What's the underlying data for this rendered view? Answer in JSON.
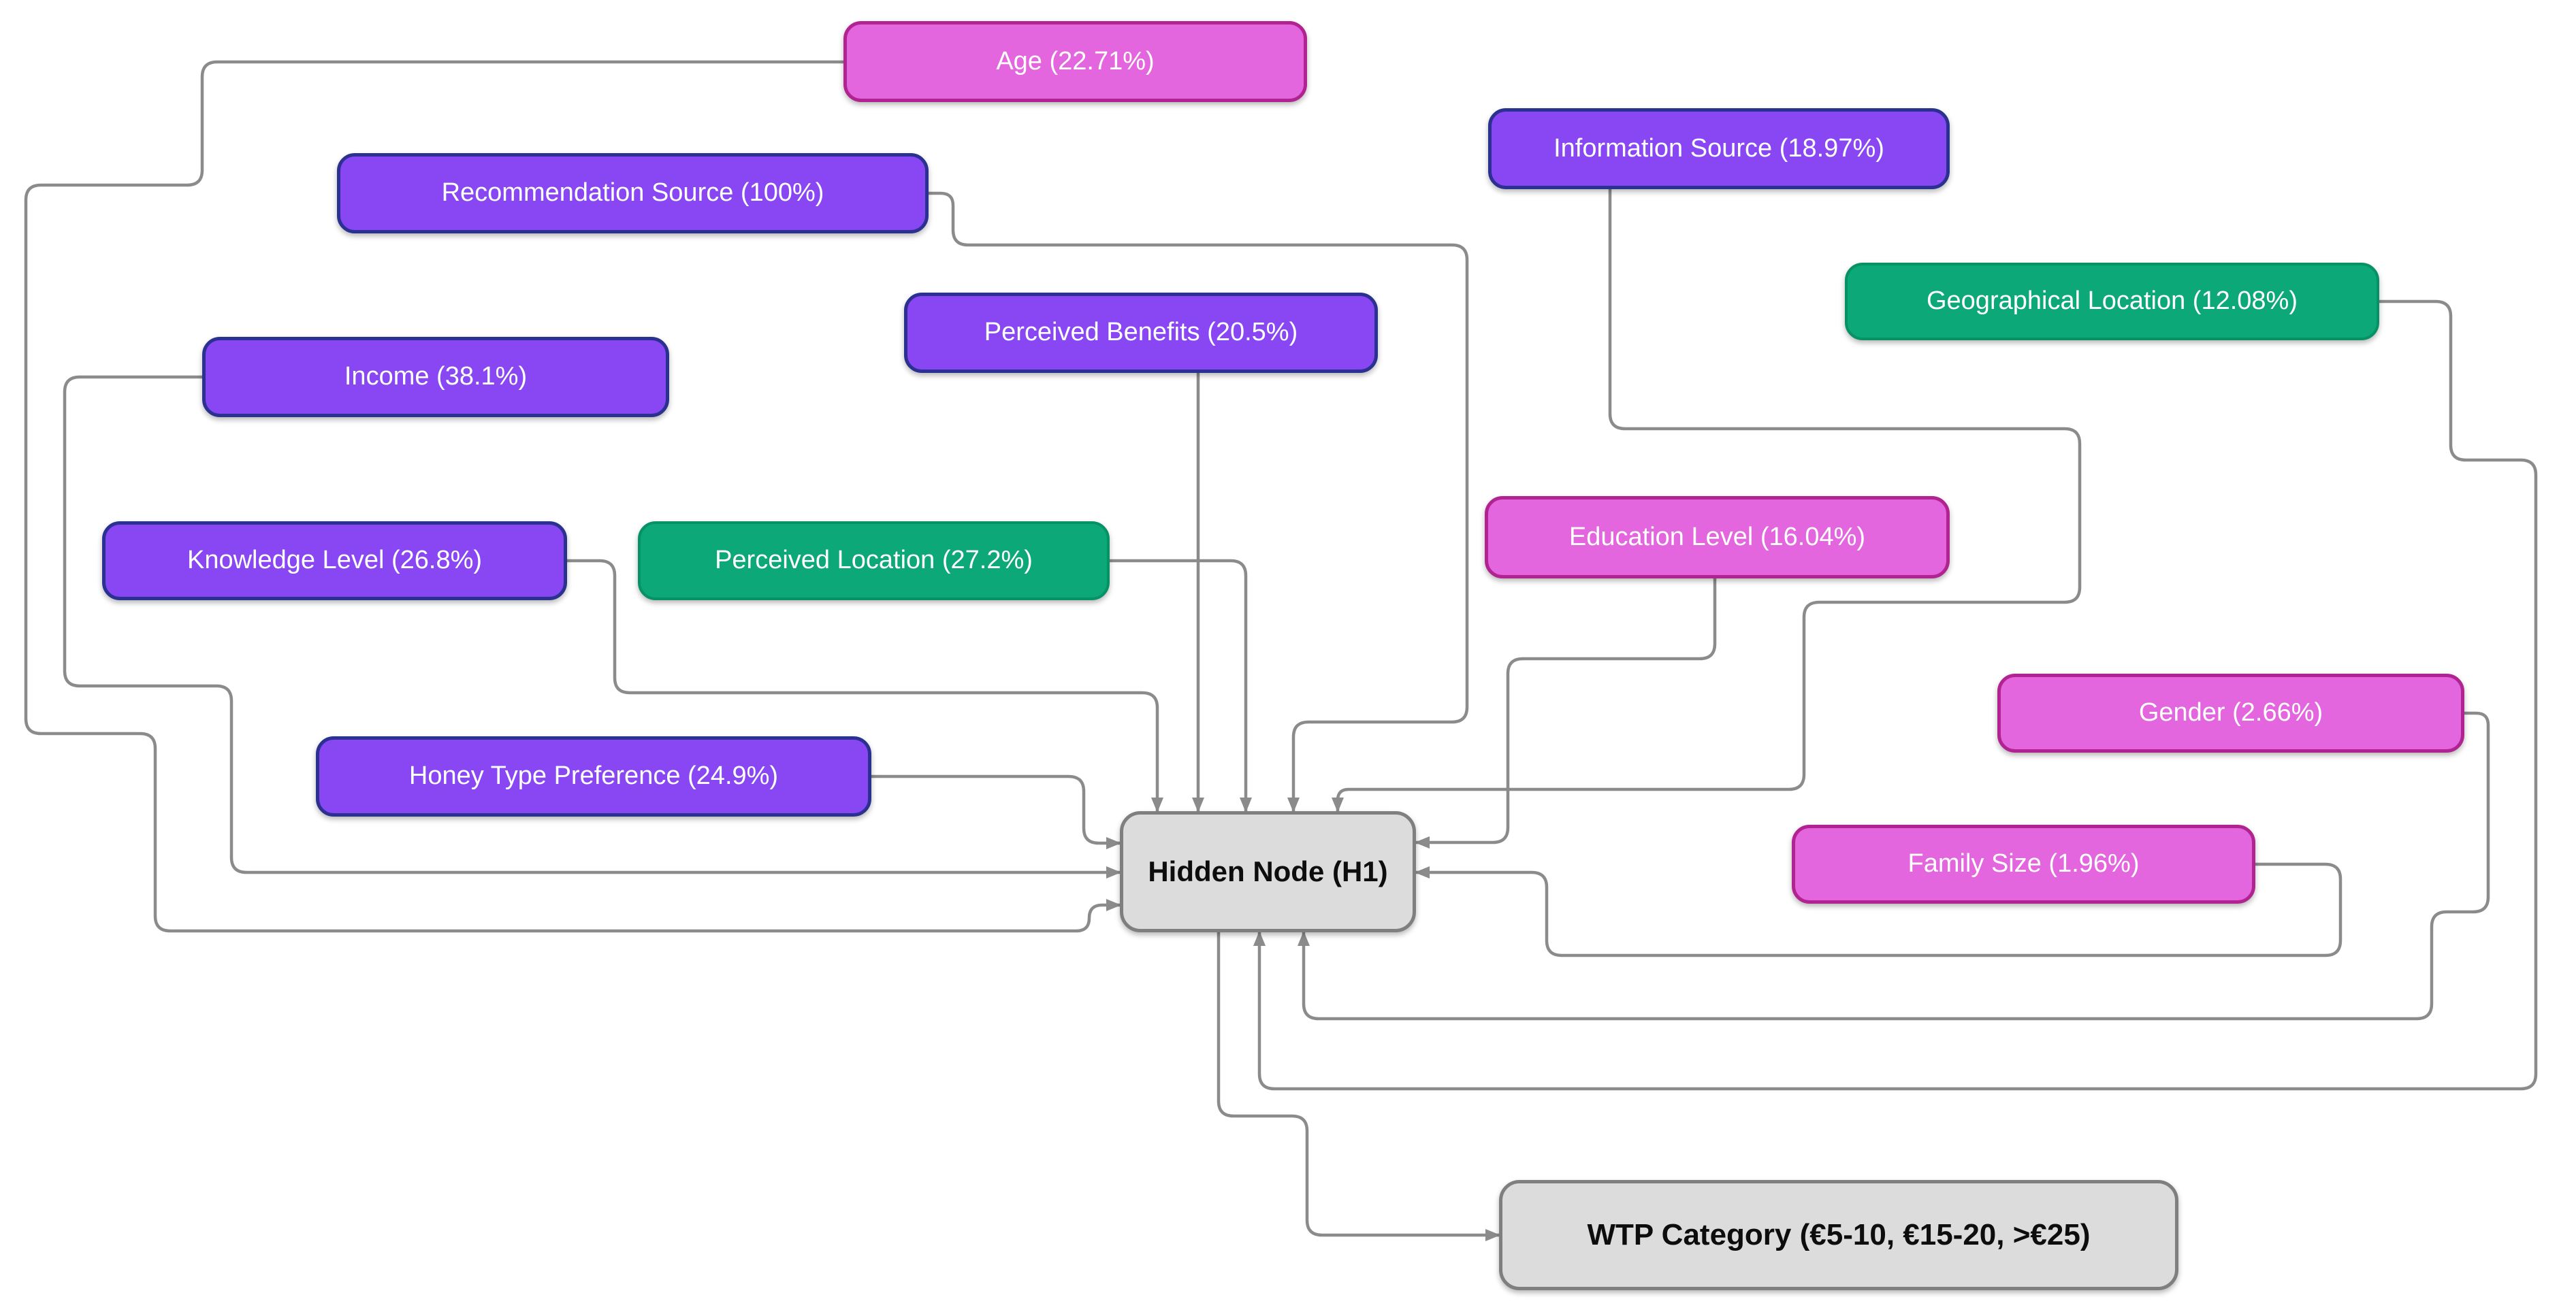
{
  "diagram_title": "Neural network interpretation diagram: input feature importances feeding Hidden Node (H1) predicting WTP Category",
  "nodes": {
    "age": {
      "label": "Age (22.71%)",
      "color": "pink"
    },
    "recommendation_source": {
      "label": "Recommendation Source (100%)",
      "color": "purple"
    },
    "information_source": {
      "label": "Information Source (18.97%)",
      "color": "purple"
    },
    "geographical_location": {
      "label": "Geographical Location (12.08%)",
      "color": "green"
    },
    "perceived_benefits": {
      "label": "Perceived Benefits (20.5%)",
      "color": "purple"
    },
    "income": {
      "label": "Income (38.1%)",
      "color": "purple"
    },
    "education_level": {
      "label": "Education Level (16.04%)",
      "color": "pink"
    },
    "knowledge_level": {
      "label": "Knowledge Level (26.8%)",
      "color": "purple"
    },
    "perceived_location": {
      "label": "Perceived Location (27.2%)",
      "color": "green"
    },
    "gender": {
      "label": "Gender (2.66%)",
      "color": "pink"
    },
    "honey_type_preference": {
      "label": "Honey Type Preference  (24.9%)",
      "color": "purple"
    },
    "family_size": {
      "label": "Family Size (1.96%)",
      "color": "pink"
    },
    "hidden_node": {
      "label": "Hidden Node (H1)",
      "color": "gray"
    },
    "wtp_category": {
      "label": "WTP Category (€5-10, €15-20, >€25)",
      "color": "gray"
    }
  },
  "edges": [
    {
      "from": "Age (22.71%)",
      "to": "Hidden Node (H1)"
    },
    {
      "from": "Recommendation Source (100%)",
      "to": "Hidden Node (H1)"
    },
    {
      "from": "Information Source (18.97%)",
      "to": "Hidden Node (H1)"
    },
    {
      "from": "Geographical Location (12.08%)",
      "to": "Hidden Node (H1)"
    },
    {
      "from": "Perceived Benefits (20.5%)",
      "to": "Hidden Node (H1)"
    },
    {
      "from": "Income (38.1%)",
      "to": "Hidden Node (H1)"
    },
    {
      "from": "Education Level (16.04%)",
      "to": "Hidden Node (H1)"
    },
    {
      "from": "Knowledge Level (26.8%)",
      "to": "Hidden Node (H1)"
    },
    {
      "from": "Perceived Location (27.2%)",
      "to": "Hidden Node (H1)"
    },
    {
      "from": "Gender (2.66%)",
      "to": "Hidden Node (H1)"
    },
    {
      "from": "Honey Type Preference  (24.9%)",
      "to": "Hidden Node (H1)"
    },
    {
      "from": "Family Size (1.96%)",
      "to": "Hidden Node (H1)"
    },
    {
      "from": "Hidden Node (H1)",
      "to": "WTP Category (€5-10, €15-20, >€25)"
    }
  ],
  "palette": {
    "purple": "#8847f2",
    "purple_border": "#2b3190",
    "pink": "#e366de",
    "pink_border": "#b12390",
    "green": "#0ca877",
    "green_border": "#079266",
    "node_gray": "#dcdcdc",
    "node_gray_border": "#7f7f7f",
    "connector": "#8b8b8b",
    "text_on_color": "#ffffff",
    "text_on_gray": "#0d0d0d"
  }
}
